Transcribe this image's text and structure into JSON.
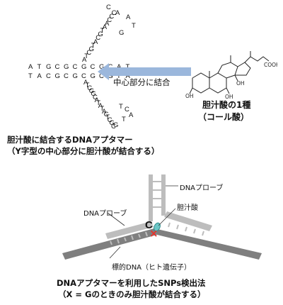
{
  "aptamer": {
    "stem_top": [
      "A",
      "T",
      "G",
      "C",
      "G",
      "C",
      "G",
      "C",
      "G",
      "C",
      "A",
      "T"
    ],
    "stem_bottom": [
      "T",
      "A",
      "C",
      "G",
      "C",
      "G",
      "C",
      "G",
      "C",
      "G",
      "T",
      "A"
    ],
    "upper_arm": [
      "A",
      "T",
      "C",
      "G",
      "T",
      "A",
      "C",
      "G",
      "T",
      "A",
      "A",
      "C",
      "C",
      "C",
      "C",
      "A",
      "A",
      "T",
      "G"
    ],
    "lower_arm": [
      "A",
      "T",
      "C",
      "G",
      "G",
      "C",
      "A",
      "T",
      "A",
      "T",
      "A",
      "C",
      "T",
      "C",
      "G",
      "C",
      "G",
      "T",
      "A",
      "C",
      "T"
    ]
  },
  "arrow_label": "中心部分に結合",
  "bile_acid": {
    "name_line1": "胆汁酸の1種",
    "name_line2": "（コール酸）",
    "oh": "OH",
    "cooh": "COOH"
  },
  "caption_top": {
    "line1": "胆汁酸に結合するDNAアプタマー",
    "line2": "（Y字型の中心部分に胆汁酸が結合する）"
  },
  "probe_diagram": {
    "probe_top_label": "DNAプローブ",
    "probe_left_label": "DNAプローブ",
    "bile_label": "胆汁酸",
    "base_c": "C",
    "x_mark": "×",
    "target_label": "標的DNA（ヒト遺伝子）"
  },
  "caption_bottom": {
    "line1": "DNAアプタマーを利用したSNPs検出法",
    "line2": "（X = Gのときのみ胆汁酸が結合する）"
  },
  "colors": {
    "arrow": "#9bb7dc",
    "probe": "#bdbdbd",
    "target": "#7f7f7f",
    "mismatch": "#e8322b",
    "bile_ellipse": "#6cc7c7"
  }
}
